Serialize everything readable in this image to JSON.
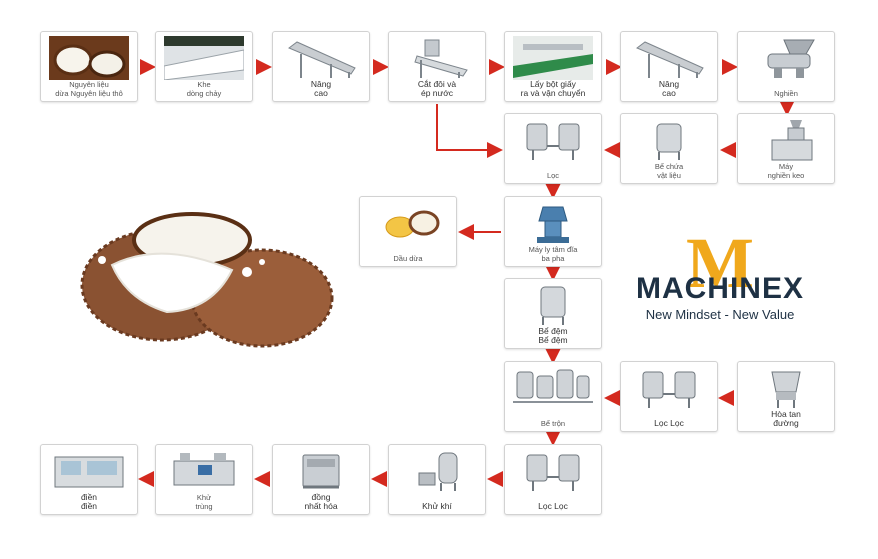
{
  "nodes": {
    "raw_material": {
      "line1": "Nguyên liệu",
      "line2": "dừa Nguyên liệu thô"
    },
    "channel": {
      "line1": "Khe",
      "line2": "dòng chảy"
    },
    "lift1": {
      "line1": "Nâng",
      "line2": "cao"
    },
    "split_press": {
      "line1": "Cắt đôi và",
      "line2": "ép nước"
    },
    "peel": {
      "line1": "Lấy bột giấy",
      "line2": "ra và vận chuyển"
    },
    "lift2": {
      "line1": "Nâng",
      "line2": "cao"
    },
    "grind": {
      "line1": "Nghiền",
      "line2": ""
    },
    "colloid_mill": {
      "line1": "Máy",
      "line2": "nghiền keo"
    },
    "storage_tank": {
      "line1": "Bể chứa",
      "line2": "vật liệu"
    },
    "filter1": {
      "line1": "Lọc",
      "line2": ""
    },
    "separator": {
      "line1": "Máy ly tâm đĩa",
      "line2": "ba pha"
    },
    "coconut_oil": {
      "line1": "Dầu dừa",
      "line2": ""
    },
    "buffer_tank": {
      "line1": "Bể đệm",
      "line2": "Bể đệm"
    },
    "mixing": {
      "line1": "Bể trộn",
      "line2": ""
    },
    "filter2": {
      "line1": "Lọc Lọc",
      "line2": ""
    },
    "sugar_dissolve": {
      "line1": "Hòa tan",
      "line2": "đường"
    },
    "filter3": {
      "line1": "Lọc Lọc",
      "line2": ""
    },
    "degas": {
      "line1": "Khử khí",
      "line2": ""
    },
    "homogenize": {
      "line1": "đồng",
      "line2": "nhất hóa"
    },
    "sterilize": {
      "line1": "Khử",
      "line2": "trùng"
    },
    "filling": {
      "line1": "điền",
      "line2": "điền"
    }
  },
  "brand": {
    "name": "MACHINEX",
    "tagline": "New Mindset - New Value",
    "mark": "M"
  },
  "colors": {
    "arrow": "#d42a1f",
    "brand_dark": "#1e3144",
    "brand_gold": "#f0a81c",
    "steel": "#b9bec4",
    "coconut_shell": "#8a5232"
  }
}
